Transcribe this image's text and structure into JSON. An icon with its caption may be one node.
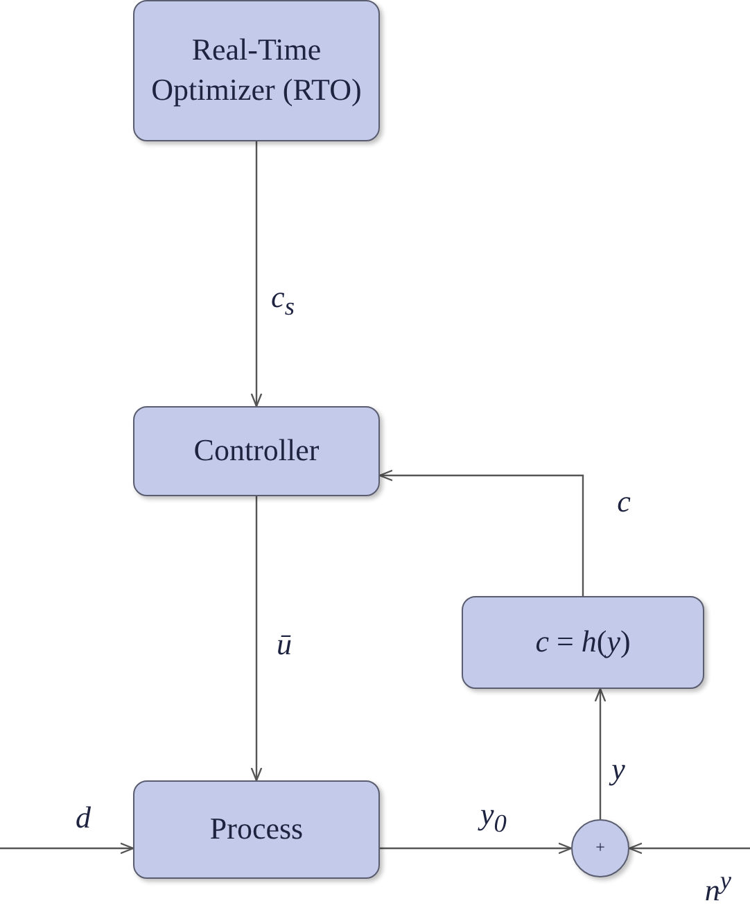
{
  "diagram": {
    "nodes": [
      {
        "text": [
          "Real-Time Optimizer (RTO)"
        ]
      },
      {
        "text": [
          "Controller"
        ]
      },
      {
        "text": [
          "*c* = *h*(*y*)"
        ]
      },
      {
        "text": [
          "Process"
        ]
      },
      {
        "text": [
          "+"
        ]
      }
    ],
    "edges": [
      {
        "from": 0,
        "to": 1,
        "arrow": "to",
        "label": "c$_{s}$"
      },
      {
        "from": 1,
        "to": 3,
        "arrow": "to",
        "label": "ū"
      },
      {
        "from": 3,
        "to": 4,
        "arrow": "to",
        "label": "y$_{0}$"
      },
      {
        "from": 4,
        "to": 2,
        "arrow": "to",
        "label": "y"
      },
      {
        "from": 2,
        "to": 1,
        "arrow": "to",
        "label": "c"
      },
      {
        "from": null,
        "to": 3,
        "arrow": "to",
        "label": "d"
      },
      {
        "from": null,
        "to": 4,
        "arrow": "to",
        "label": "n$^{y}$"
      }
    ]
  }
}
